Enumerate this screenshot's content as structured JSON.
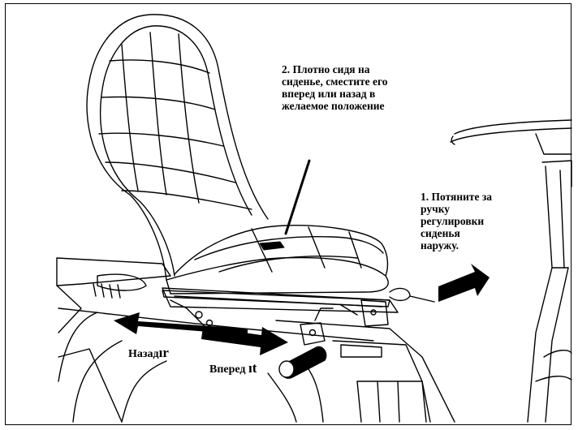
{
  "steps": {
    "step1": "1. Потяните за\nручку\nрегулировки\nсиденья\nнаружу.",
    "step2": "2. Плотно сидя на\nсиденье, сместите его\nвперед или назад в\nжелаемое положение"
  },
  "directions": {
    "back": "Назад",
    "back_residue": "ır",
    "forward": "Вперед",
    "forward_residue": "ıt"
  },
  "colors": {
    "line": "#000000",
    "background": "#ffffff"
  }
}
